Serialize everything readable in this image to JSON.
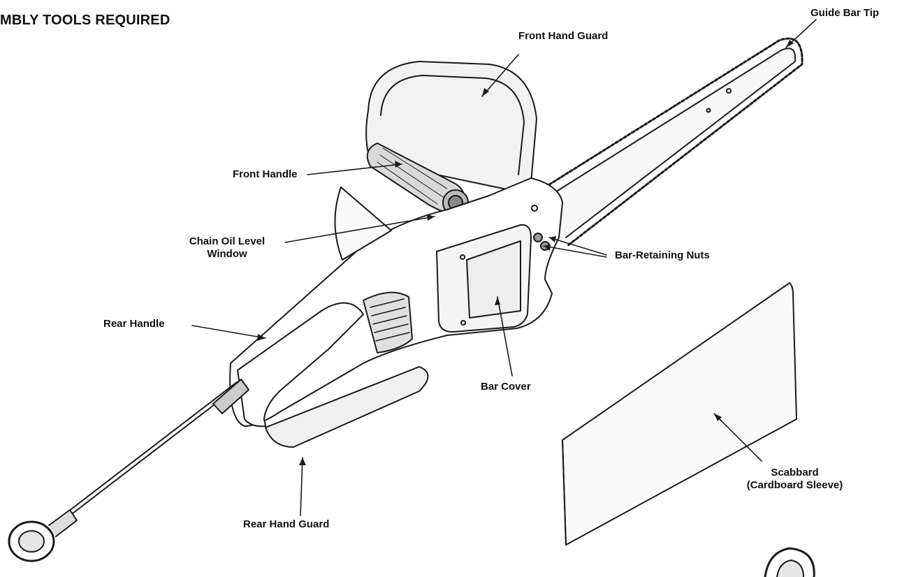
{
  "heading": "MBLY TOOLS REQUIRED",
  "labels": {
    "guide_bar_tip": "Guide Bar Tip",
    "front_hand_guard": "Front Hand Guard",
    "front_handle": "Front Handle",
    "chain_oil_line1": "Chain Oil Level",
    "chain_oil_line2": "Window",
    "bar_retaining_nuts": "Bar-Retaining Nuts",
    "rear_handle": "Rear Handle",
    "bar_cover": "Bar Cover",
    "scabbard_line1": "Scabbard",
    "scabbard_line2": "(Cardboard Sleeve)",
    "rear_hand_guard": "Rear Hand Guard"
  }
}
